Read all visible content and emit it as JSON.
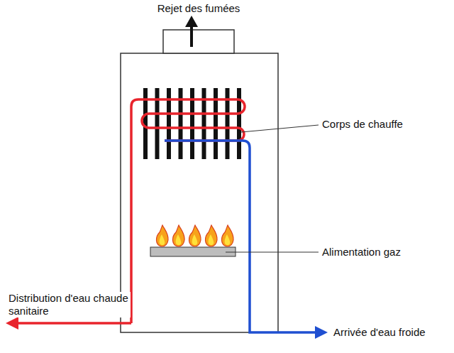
{
  "diagram": {
    "labels": [
      "Rejet des fumées",
      "Corps de chauffe",
      "Alimentation gaz",
      "Distribution d'eau chaude sanitaire",
      "Arrivée d'eau froide"
    ]
  }
}
